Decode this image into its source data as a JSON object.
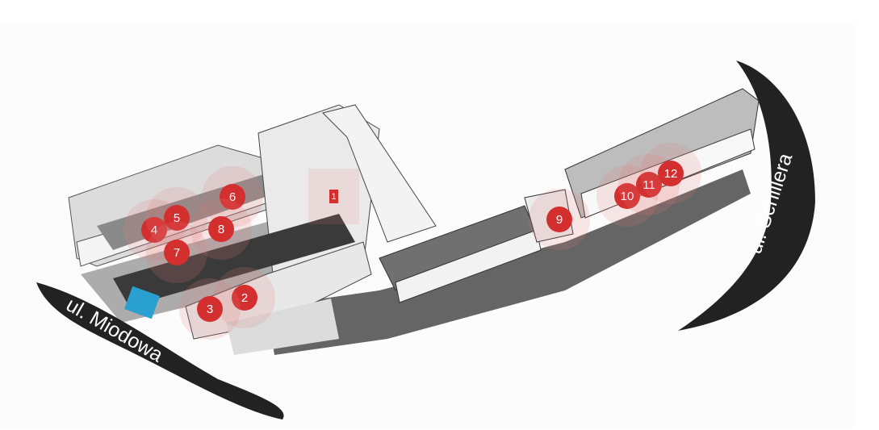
{
  "streets": {
    "miodowa": "ul. Miodowa",
    "schillera": "ul. Schillera"
  },
  "markers": [
    "1",
    "2",
    "3",
    "4",
    "5",
    "6",
    "7",
    "8",
    "9",
    "10",
    "11",
    "12"
  ],
  "colors": {
    "marker": "#d32f2f",
    "street": "#222222",
    "gate": "#2aa0d0"
  }
}
